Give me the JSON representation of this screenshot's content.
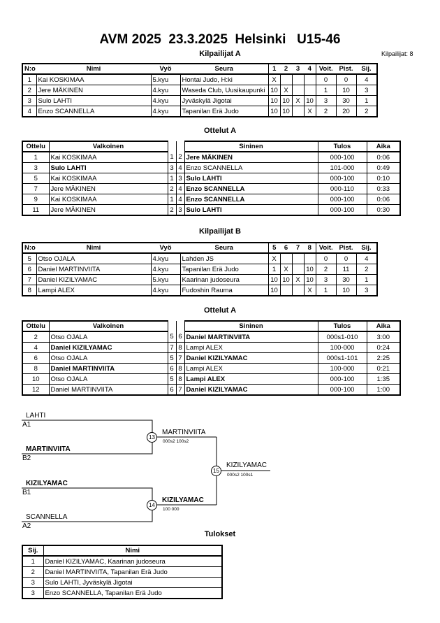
{
  "header": {
    "title": "AVM 2025  23.3.2025  Helsinki   U15-46",
    "participants_count": "Kilpailijat: 8"
  },
  "groupA": {
    "heading": "Kilpailijat A",
    "cols": [
      "N:o",
      "Nimi",
      "Vyö",
      "Seura",
      "1",
      "2",
      "3",
      "4",
      "Voit.",
      "Pist.",
      "Sij."
    ],
    "rows": [
      [
        "1",
        "Kai KOSKIMAA",
        "5.kyu",
        "Hontai Judo, H:ki",
        "X",
        "",
        "",
        "",
        "0",
        "0",
        "4"
      ],
      [
        "2",
        "Jere MÄKINEN",
        "4.kyu",
        "Waseda Club, Uusikaupunki",
        "10",
        "X",
        "",
        "",
        "1",
        "10",
        "3"
      ],
      [
        "3",
        "Sulo LAHTI",
        "4.kyu",
        "Jyväskylä Jigotai",
        "10",
        "10",
        "X",
        "10",
        "3",
        "30",
        "1"
      ],
      [
        "4",
        "Enzo SCANNELLA",
        "4.kyu",
        "Tapanilan Erä Judo",
        "10",
        "10",
        "",
        "X",
        "2",
        "20",
        "2"
      ]
    ]
  },
  "matchesA": {
    "heading": "Ottelut A",
    "cols": [
      "Ottelu",
      "Valkoinen",
      "Sininen",
      "Tulos",
      "Aika"
    ],
    "rows": [
      {
        "n": "1",
        "w": "Kai KOSKIMAA",
        "wn": "1",
        "bn": "2",
        "b": "Jere MÄKINEN",
        "res": "000-100",
        "t": "0:06",
        "win": "b"
      },
      {
        "n": "3",
        "w": "Sulo LAHTI",
        "wn": "3",
        "bn": "4",
        "b": "Enzo SCANNELLA",
        "res": "101-000",
        "t": "0:49",
        "win": "w"
      },
      {
        "n": "5",
        "w": "Kai KOSKIMAA",
        "wn": "1",
        "bn": "3",
        "b": "Sulo LAHTI",
        "res": "000-100",
        "t": "0:10",
        "win": "b"
      },
      {
        "n": "7",
        "w": "Jere MÄKINEN",
        "wn": "2",
        "bn": "4",
        "b": "Enzo SCANNELLA",
        "res": "000-110",
        "t": "0:33",
        "win": "b"
      },
      {
        "n": "9",
        "w": "Kai KOSKIMAA",
        "wn": "1",
        "bn": "4",
        "b": "Enzo SCANNELLA",
        "res": "000-100",
        "t": "0:06",
        "win": "b"
      },
      {
        "n": "11",
        "w": "Jere MÄKINEN",
        "wn": "2",
        "bn": "3",
        "b": "Sulo LAHTI",
        "res": "000-100",
        "t": "0:30",
        "win": "b"
      }
    ]
  },
  "groupB": {
    "heading": "Kilpailijat B",
    "cols": [
      "N:o",
      "Nimi",
      "Vyö",
      "Seura",
      "5",
      "6",
      "7",
      "8",
      "Voit.",
      "Pist.",
      "Sij."
    ],
    "rows": [
      [
        "5",
        "Otso OJALA",
        "4.kyu",
        "Lahden JS",
        "X",
        "",
        "",
        "",
        "0",
        "0",
        "4"
      ],
      [
        "6",
        "Daniel MARTINVIITA",
        "4.kyu",
        "Tapanilan Erä Judo",
        "1",
        "X",
        "",
        "10",
        "2",
        "11",
        "2"
      ],
      [
        "7",
        "Daniel KIZILYAMAC",
        "5.kyu",
        "Kaarinan judoseura",
        "10",
        "10",
        "X",
        "10",
        "3",
        "30",
        "1"
      ],
      [
        "8",
        "Lampi ALEX",
        "4.kyu",
        "Fudoshin Rauma",
        "10",
        "",
        "",
        "X",
        "1",
        "10",
        "3"
      ]
    ]
  },
  "matchesB": {
    "heading": "Ottelut A",
    "cols": [
      "Ottelu",
      "Valkoinen",
      "Sininen",
      "Tulos",
      "Aika"
    ],
    "rows": [
      {
        "n": "2",
        "w": "Otso OJALA",
        "wn": "5",
        "bn": "6",
        "b": "Daniel MARTINVIITA",
        "res": "000s1-010",
        "t": "3:00",
        "win": "b"
      },
      {
        "n": "4",
        "w": "Daniel KIZILYAMAC",
        "wn": "7",
        "bn": "8",
        "b": "Lampi ALEX",
        "res": "100-000",
        "t": "0:24",
        "win": "w"
      },
      {
        "n": "6",
        "w": "Otso OJALA",
        "wn": "5",
        "bn": "7",
        "b": "Daniel KIZILYAMAC",
        "res": "000s1-101",
        "t": "2:25",
        "win": "b"
      },
      {
        "n": "8",
        "w": "Daniel MARTINVIITA",
        "wn": "6",
        "bn": "8",
        "b": "Lampi ALEX",
        "res": "100-000",
        "t": "0:21",
        "win": "w"
      },
      {
        "n": "10",
        "w": "Otso OJALA",
        "wn": "5",
        "bn": "8",
        "b": "Lampi ALEX",
        "res": "000-100",
        "t": "1:35",
        "win": "b"
      },
      {
        "n": "12",
        "w": "Daniel MARTINVIITA",
        "wn": "6",
        "bn": "7",
        "b": "Daniel KIZILYAMAC",
        "res": "000-100",
        "t": "1:00",
        "win": "b"
      }
    ]
  },
  "bracket": {
    "lahti": "LAHTI",
    "a1": "A1",
    "martinviita": "MARTINVIITA",
    "b2": "B2",
    "kizilyamac": "KIZILYAMAC",
    "b1": "B1",
    "scannella": "SCANNELLA",
    "a2": "A2",
    "m13": "13",
    "m13_winner": "MARTINVIITA",
    "m13_score": "000s2   100s2",
    "m14": "14",
    "m14_winner": "KIZILYAMAC",
    "m14_score": "100   000",
    "m15": "15",
    "m15_winner": "KIZILYAMAC",
    "m15_score": "000s2   100s1"
  },
  "results": {
    "heading": "Tulokset",
    "cols": [
      "Sij.",
      "Nimi"
    ],
    "rows": [
      [
        "1",
        "Daniel KIZILYAMAC, Kaarinan judoseura"
      ],
      [
        "2",
        "Daniel MARTINVIITA, Tapanilan Erä Judo"
      ],
      [
        "3",
        "Sulo LAHTI, Jyväskylä Jigotai"
      ],
      [
        "3",
        "Enzo SCANNELLA, Tapanilan Erä Judo"
      ]
    ]
  }
}
